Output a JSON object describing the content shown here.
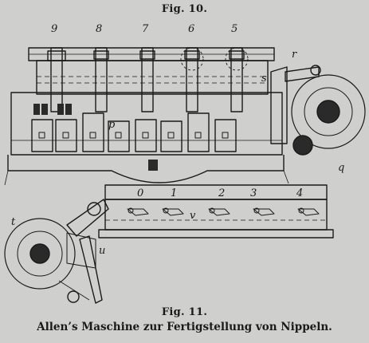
{
  "figures": {
    "top_title": "Fig. 10.",
    "bottom_title": "Fig. 11.",
    "caption": "Allen’s Maschine zur Fertigstellung von Nippeln."
  },
  "fig10_numbers": [
    "9",
    "8",
    "7",
    "6",
    "5"
  ],
  "fig10_letters": {
    "r": "r",
    "s": "s",
    "p": "p",
    "q": "q"
  },
  "fig11_numbers": [
    "0",
    "1",
    "2",
    "3",
    "4"
  ],
  "fig11_letters": {
    "t": "t",
    "u": "u",
    "v": "v"
  },
  "colors": {
    "ink": "#1a1a1a",
    "paper": "#cfcfcd",
    "shade": "#3a3a3a"
  }
}
